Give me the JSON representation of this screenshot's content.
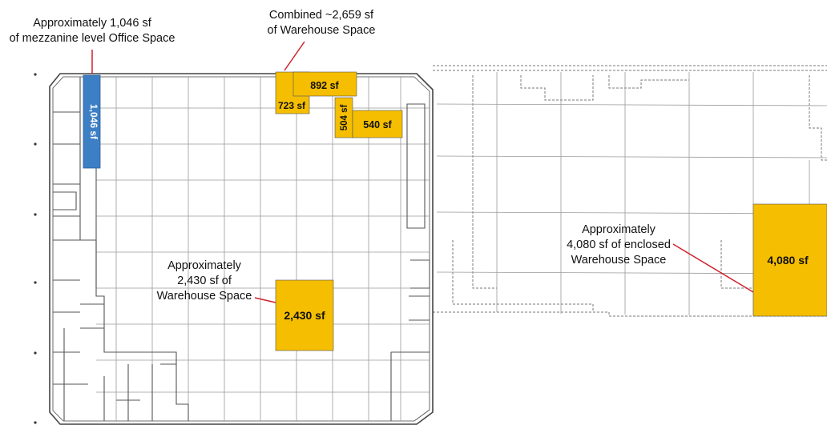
{
  "colors": {
    "warehouse_fill": "#F5BE00",
    "office_fill": "#3D7FC4",
    "callout_line": "#D0212A",
    "plan_line": "#555555",
    "grid_line": "#8C8C8C"
  },
  "callouts": {
    "office": {
      "line1": "Approximately 1,046 sf",
      "line2": "of mezzanine level Office Space"
    },
    "combined": {
      "line1": "Combined ~2,659 sf",
      "line2": "of Warehouse Space"
    },
    "middle": {
      "line1": "Approximately",
      "line2": "2,430 sf of",
      "line3": "Warehouse Space"
    },
    "right": {
      "line1": "Approximately",
      "line2": "4,080 sf of enclosed",
      "line3": "Warehouse Space"
    }
  },
  "areas": {
    "office_mezzanine": "1,046 sf",
    "area_892": "892 sf",
    "area_723": "723 sf",
    "area_504": "504 sf",
    "area_540": "540 sf",
    "area_2430": "2,430 sf",
    "area_4080": "4,080 sf"
  }
}
